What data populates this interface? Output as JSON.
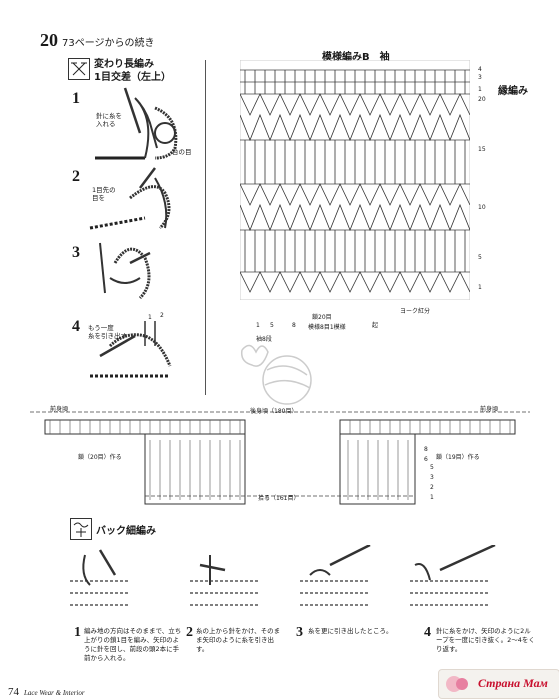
{
  "header": {
    "page_number": "20",
    "continuation": "73ページからの続き"
  },
  "stitch1": {
    "title_line1": "変わり長編み",
    "title_line2": "1目交差（左上）",
    "steps": [
      "1",
      "2",
      "3",
      "4"
    ],
    "notes": {
      "s1a": "針に糸を",
      "s1b": "入れる",
      "s2a": "1目先の",
      "s2b": "目を",
      "s4a": "もう一度",
      "s4b": "糸を引き出す",
      "s4c": "1",
      "s4d": "2",
      "s1c": "台の目"
    }
  },
  "chart": {
    "title": "模様編みB　袖",
    "edge_label": "縁編み",
    "row_numbers": [
      "4",
      "3",
      "1",
      "20",
      "15",
      "10",
      "5",
      "1"
    ],
    "bottom_labels": {
      "c1": "1",
      "c5": "5",
      "c8": "8",
      "repeat": "模様8目1模様",
      "count": "鎖20目",
      "yoke": "ヨーク紅分",
      "start": "起"
    },
    "sub_label": "袖8段"
  },
  "schematic": {
    "front_left": "前身頃",
    "back": "後身頃（180目）",
    "front_right": "前身頃",
    "left_chain": "鎖（20目）作る",
    "right_chain": "鎖（19目）作る",
    "bottom": "拾る（161目）",
    "right_rows": [
      "8",
      "6",
      "5",
      "3",
      "2",
      "1"
    ]
  },
  "stitch2": {
    "title": "バック細編み",
    "captions": [
      {
        "n": "1",
        "t": "編み地の方向はそのままで、立ち上がりの鎖1目を編み、矢印のように針を回し、前段の頭2本に手前から入れる。"
      },
      {
        "n": "2",
        "t": "糸の上から針をかけ、そのまま矢印のように糸を引き出す。"
      },
      {
        "n": "3",
        "t": "糸を更に引き出したところ。"
      },
      {
        "n": "4",
        "t": "針に糸をかけ、矢印のように2ループを一度に引き抜く。2～4をくり返す。"
      }
    ]
  },
  "footer": {
    "page": "74",
    "magazine": "Lace Wear & Interior"
  },
  "watermark": {
    "text": "Страна Мам"
  }
}
